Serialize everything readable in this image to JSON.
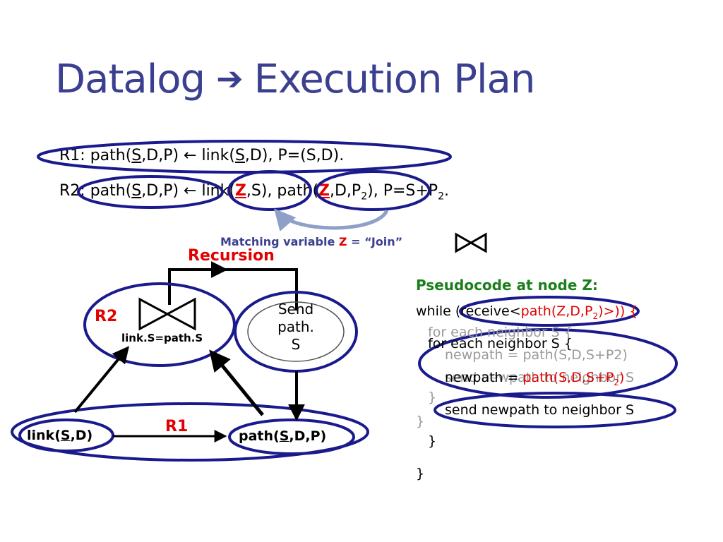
{
  "title": {
    "left": "Datalog",
    "arrow": "➔",
    "right": "Execution Plan"
  },
  "rules": {
    "r1": {
      "prefix": "R1: path(",
      "s": "S",
      "mid": ",D,P) ← link(",
      "s2": "S",
      "end": ",D), P=(S,D)."
    },
    "r2": {
      "prefix": "R2: path(",
      "s": "S",
      "mid": ",D,P) ← link(",
      "z1": "Z",
      "mid2": ",S), path(",
      "z2": "Z",
      "mid3": ",D,P",
      "sub1": "2",
      "end": "), P=S+P",
      "sub2": "2",
      "dot": "."
    }
  },
  "matching": {
    "prefix": "Matching variable ",
    "z": "Z",
    "suffix": " = “Join”"
  },
  "plan": {
    "recursion": "Recursion",
    "r2_label": "R2",
    "join_condition": "link.S=path.S",
    "send_lines": [
      "Send",
      "path.",
      "S"
    ],
    "r1_label": "R1",
    "link_node": {
      "prefix": "link(",
      "s": "S",
      "suffix": ",D)"
    },
    "path_node": {
      "prefix": "path(",
      "s": "S",
      "suffix": ",D,P)"
    }
  },
  "pseudocode": {
    "heading": "Pseudocode at node Z:",
    "while_a": "while (receive<",
    "while_b": "path(Z,D,P",
    "while_sub": "2",
    "while_c": ")>)) {",
    "ghost_for": "for each neighbor S {",
    "ghost_newpath": "newpath = path(S,D,S+P2)",
    "ghost_send": "send newpath to neighbor S",
    "ghost_close1": "}",
    "ghost_close2": "}",
    "for_line": "for each neighbor S {",
    "newpath_a": "newpath = ",
    "newpath_b": "path(S,D,S+P",
    "newpath_sub": "2",
    "newpath_c": ")",
    "send_line": "send newpath to neighbor S",
    "close1": "}",
    "close2": "}"
  },
  "colors": {
    "title": "#3b3f8f",
    "ellipse": "#1a1a8c",
    "red": "#e30000",
    "green": "#1a7f1a"
  }
}
